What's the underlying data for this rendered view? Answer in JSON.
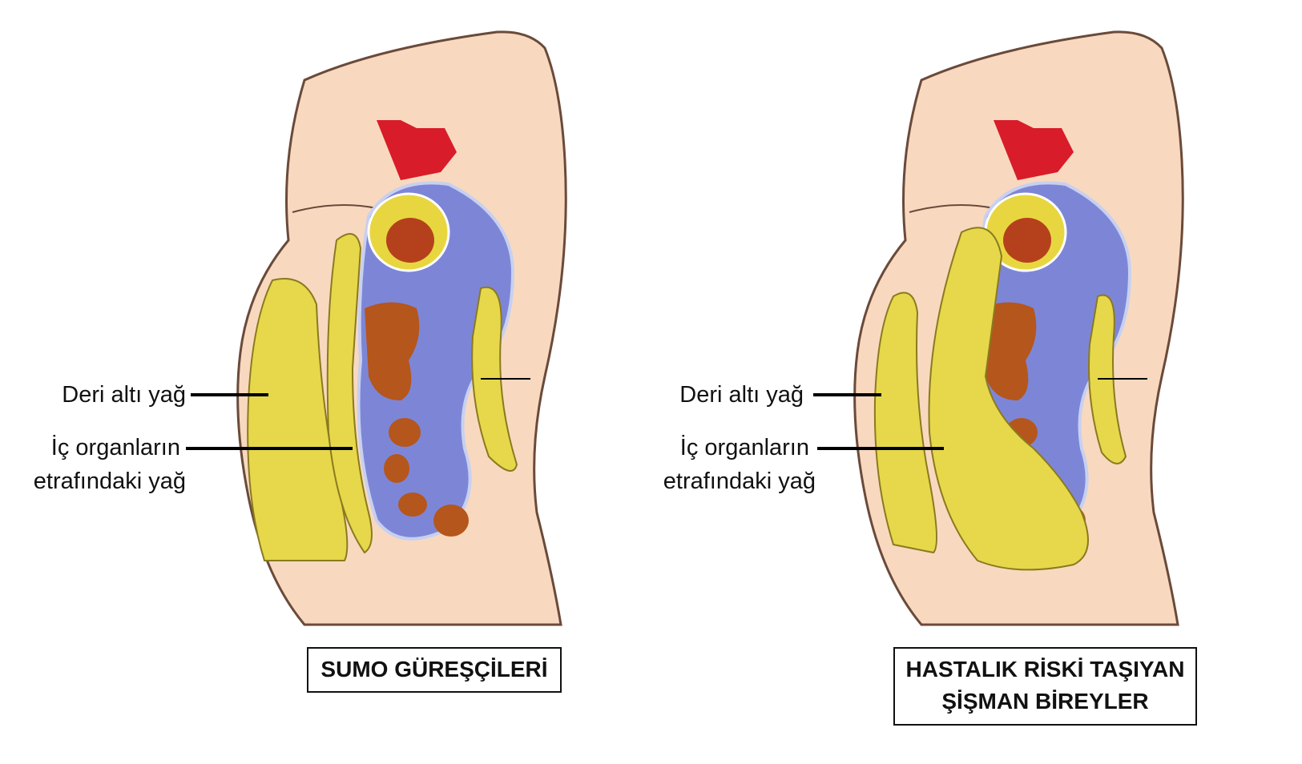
{
  "panels": [
    {
      "caption_lines": [
        "SUMO GÜREŞÇİLERİ"
      ],
      "labels": {
        "subcutaneous_fat": "Deri altı yağ",
        "visceral_fat_line1": "İç organların",
        "visceral_fat_line2": "etrafındaki yağ"
      }
    },
    {
      "caption_lines": [
        "HASTALIK RİSKİ TAŞIYAN",
        "ŞİŞMAN BİREYLER"
      ],
      "labels": {
        "subcutaneous_fat": "Deri altı yağ",
        "visceral_fat_line1": "İç organların",
        "visceral_fat_line2": "etrafındaki yağ"
      }
    }
  ],
  "colors": {
    "skin": "#f8d9bf",
    "fat": "#e6d84a",
    "organs_blue": "#7d86d6",
    "heart": "#d81c2a",
    "organ_brown": "#b5561c"
  }
}
